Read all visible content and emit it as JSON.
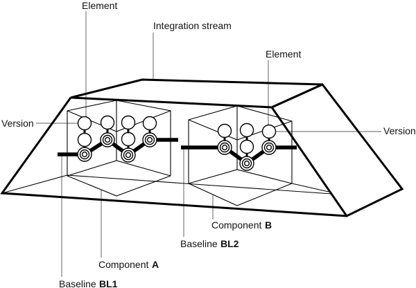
{
  "colors": {
    "line": "#000000",
    "pointer": "#7f7f7f",
    "text": "#111111",
    "background": "#ffffff"
  },
  "labels": {
    "element_left": "Element",
    "integration_stream": "Integration stream",
    "element_right": "Element",
    "version_left": "Version",
    "version_right": "Version",
    "component_a": {
      "text": "Component",
      "bold": "A"
    },
    "component_b": {
      "text": "Component",
      "bold": "B"
    },
    "baseline_bl1": {
      "text": "Baseline",
      "bold": "BL1"
    },
    "baseline_bl2": {
      "text": "Baseline",
      "bold": "BL2"
    }
  },
  "figure": {
    "description": "Integration stream containing two components; baselines BL1 and BL2 select versions of elements",
    "component_a_version_tree_node_counts": [
      3,
      2,
      3,
      2
    ],
    "component_b_version_tree_node_counts": [
      2,
      3,
      2
    ]
  }
}
